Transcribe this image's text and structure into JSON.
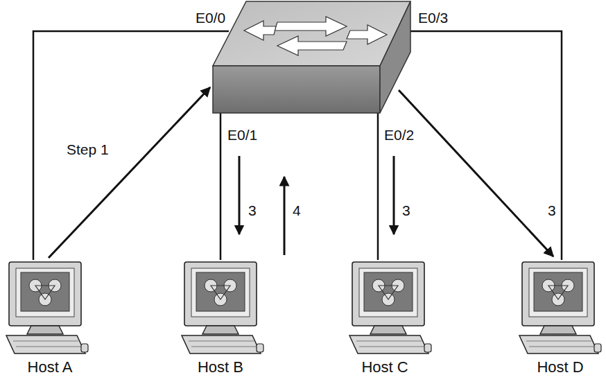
{
  "diagram": {
    "nodes": [
      {
        "text": [
          "Host A"
        ]
      },
      {
        "text": [
          "Host B"
        ]
      },
      {
        "text": [
          "Host C"
        ]
      },
      {
        "text": [
          "Host D"
        ]
      }
    ],
    "labels": [
      "E0/0",
      "E0/3",
      "E0/1",
      "E0/2",
      "Step 1",
      "3",
      "4",
      "3",
      "3"
    ]
  }
}
